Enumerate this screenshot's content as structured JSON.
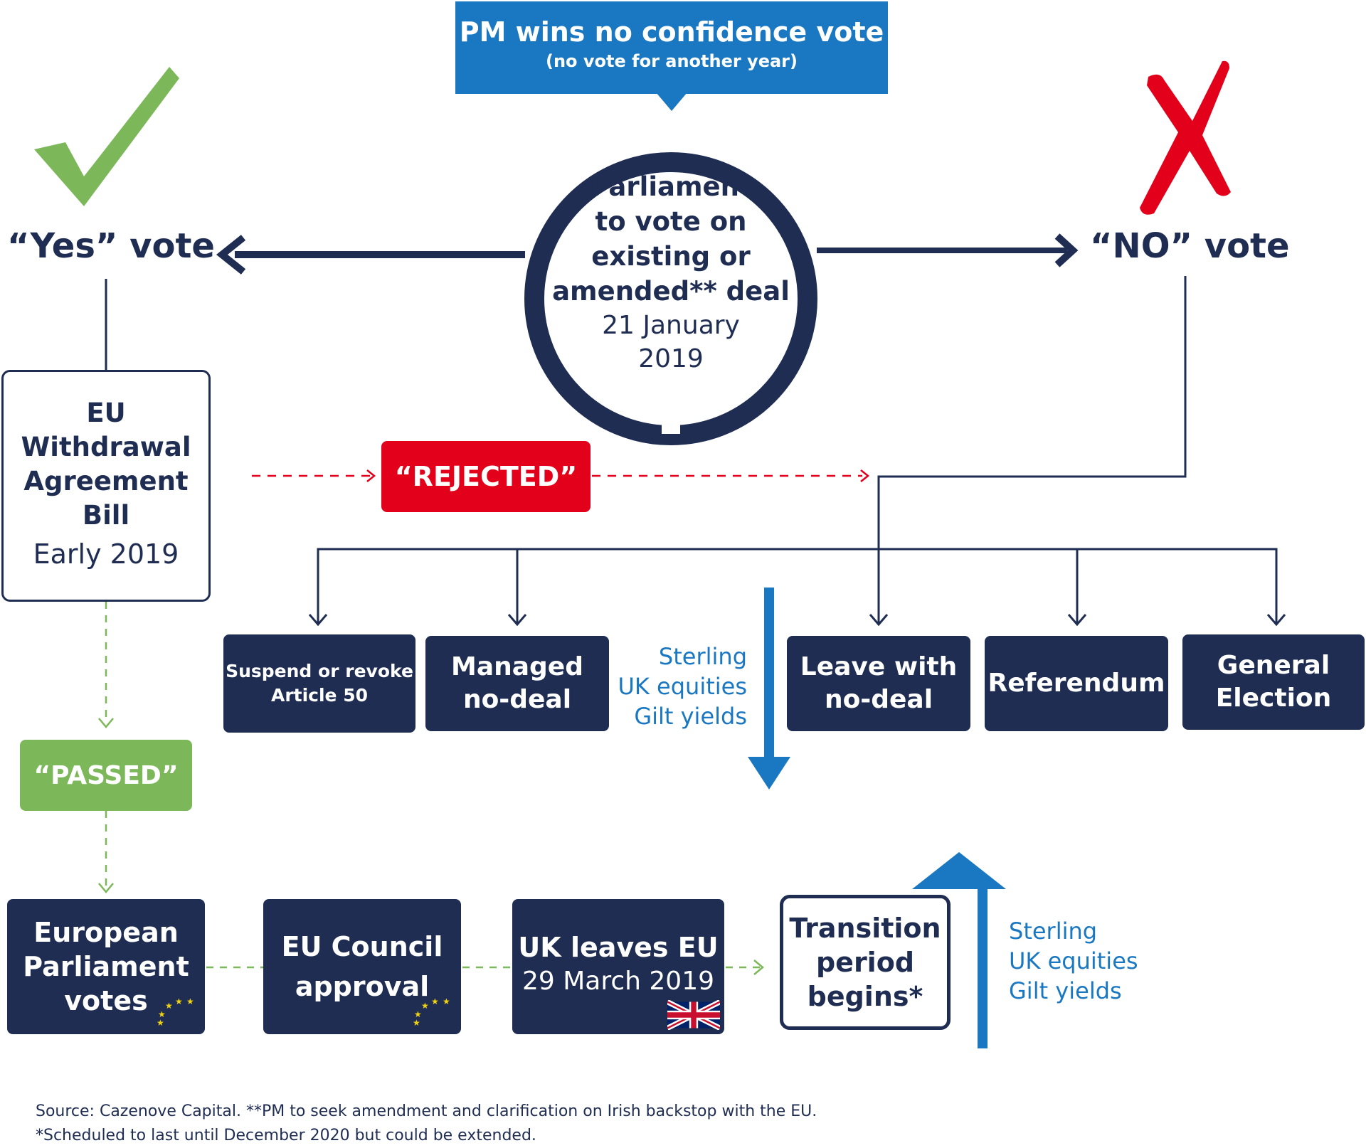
{
  "top_banner": {
    "title": "PM wins no confidence vote",
    "subtitle": "(no vote for another year)"
  },
  "circle": {
    "lines": [
      "Parliament",
      "to vote on",
      "existing or",
      "amended** deal"
    ],
    "date_lines": [
      "21 January",
      "2019"
    ]
  },
  "yes": {
    "label": "“Yes” vote"
  },
  "no": {
    "label": "“NO” vote"
  },
  "bill": {
    "lines": [
      "EU",
      "Withdrawal",
      "Agreement",
      "Bill"
    ],
    "date": "Early 2019"
  },
  "rejected": "“REJECTED”",
  "passed": "“PASSED”",
  "options": [
    {
      "lines": [
        "Suspend or revoke",
        "Article 50"
      ]
    },
    {
      "lines": [
        "Managed",
        "no-deal"
      ]
    },
    {
      "lines": [
        "Leave with",
        "no-deal"
      ]
    },
    {
      "lines": [
        "Referendum"
      ]
    },
    {
      "lines": [
        "General",
        "Election"
      ]
    }
  ],
  "market_down": [
    "Sterling",
    "UK equities",
    "Gilt yields"
  ],
  "market_up": [
    "Sterling",
    "UK equities",
    "Gilt yields"
  ],
  "steps": {
    "ep": [
      "European",
      "Parliament",
      "votes"
    ],
    "council": [
      "EU Council",
      "approval"
    ],
    "leaves": {
      "title": "UK leaves EU",
      "date": "29 March 2019"
    },
    "transition": [
      "Transition",
      "period",
      "begins*"
    ]
  },
  "footnotes": [
    "Source: Cazenove Capital. **PM to seek amendment and clarification on Irish backstop with the EU.",
    "*Scheduled to last until December 2020 but could be extended."
  ],
  "colors": {
    "navy": "#1f2d53",
    "blue": "#1a78c2",
    "red": "#e2001a",
    "green": "#7cb85a",
    "light_green": "#8cc63f"
  }
}
